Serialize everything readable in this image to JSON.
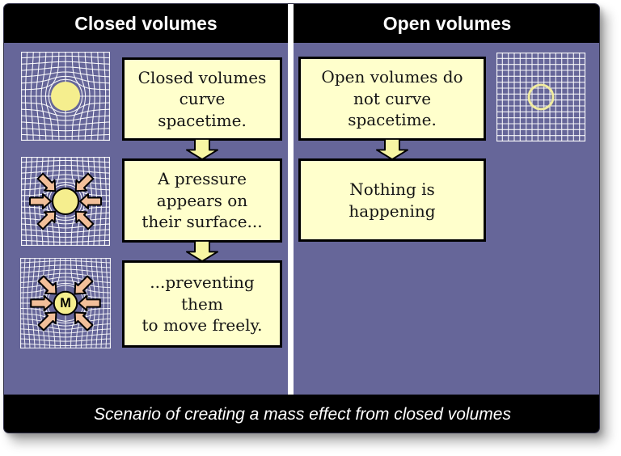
{
  "colors": {
    "panel_background": "#666699",
    "header_background": "#000000",
    "header_text": "#ffffff",
    "box_fill": "#FFFFCC",
    "box_border": "#000000",
    "flow_arrow_fill": "#F7F6A3",
    "pressure_arrow_fill": "#F2BF99",
    "sphere_fill": "#F5EE8E",
    "ring_stroke": "#F0EBA0",
    "grid_line": "#FFFFFF",
    "divider": "#FFFFFF",
    "caption_text": "#ffffff"
  },
  "columns": [
    {
      "header": "Closed volumes",
      "boxes": [
        {
          "text": "Closed volumes\ncurve\nspacetime."
        },
        {
          "text": "A pressure\nappears on\ntheir surface..."
        },
        {
          "text": "...preventing\nthem\nto move freely."
        }
      ],
      "grids": [
        {
          "name": "curved-spacetime-grid",
          "lines": 15,
          "distort": 20,
          "circle": "disc",
          "radius": 18,
          "arrows": false,
          "label": ""
        },
        {
          "name": "pressure-sphere-grid",
          "lines": 17,
          "distort": 20,
          "circle": "disc-outline",
          "radius": 16,
          "arrows": true,
          "label": ""
        },
        {
          "name": "mass-sphere-grid",
          "lines": 19,
          "distort": 22,
          "circle": "disc-outline",
          "radius": 14,
          "arrows": true,
          "label": "M"
        }
      ]
    },
    {
      "header": "Open volumes",
      "boxes": [
        {
          "text": "Open volumes do\nnot curve\nspacetime."
        },
        {
          "text": "Nothing is\nhappening"
        }
      ],
      "grids": [
        {
          "name": "flat-spacetime-grid",
          "lines": 16,
          "distort": 0,
          "circle": "ring",
          "radius": 15,
          "arrows": false,
          "label": ""
        }
      ]
    }
  ],
  "caption": "Scenario of creating a mass effect from closed volumes"
}
